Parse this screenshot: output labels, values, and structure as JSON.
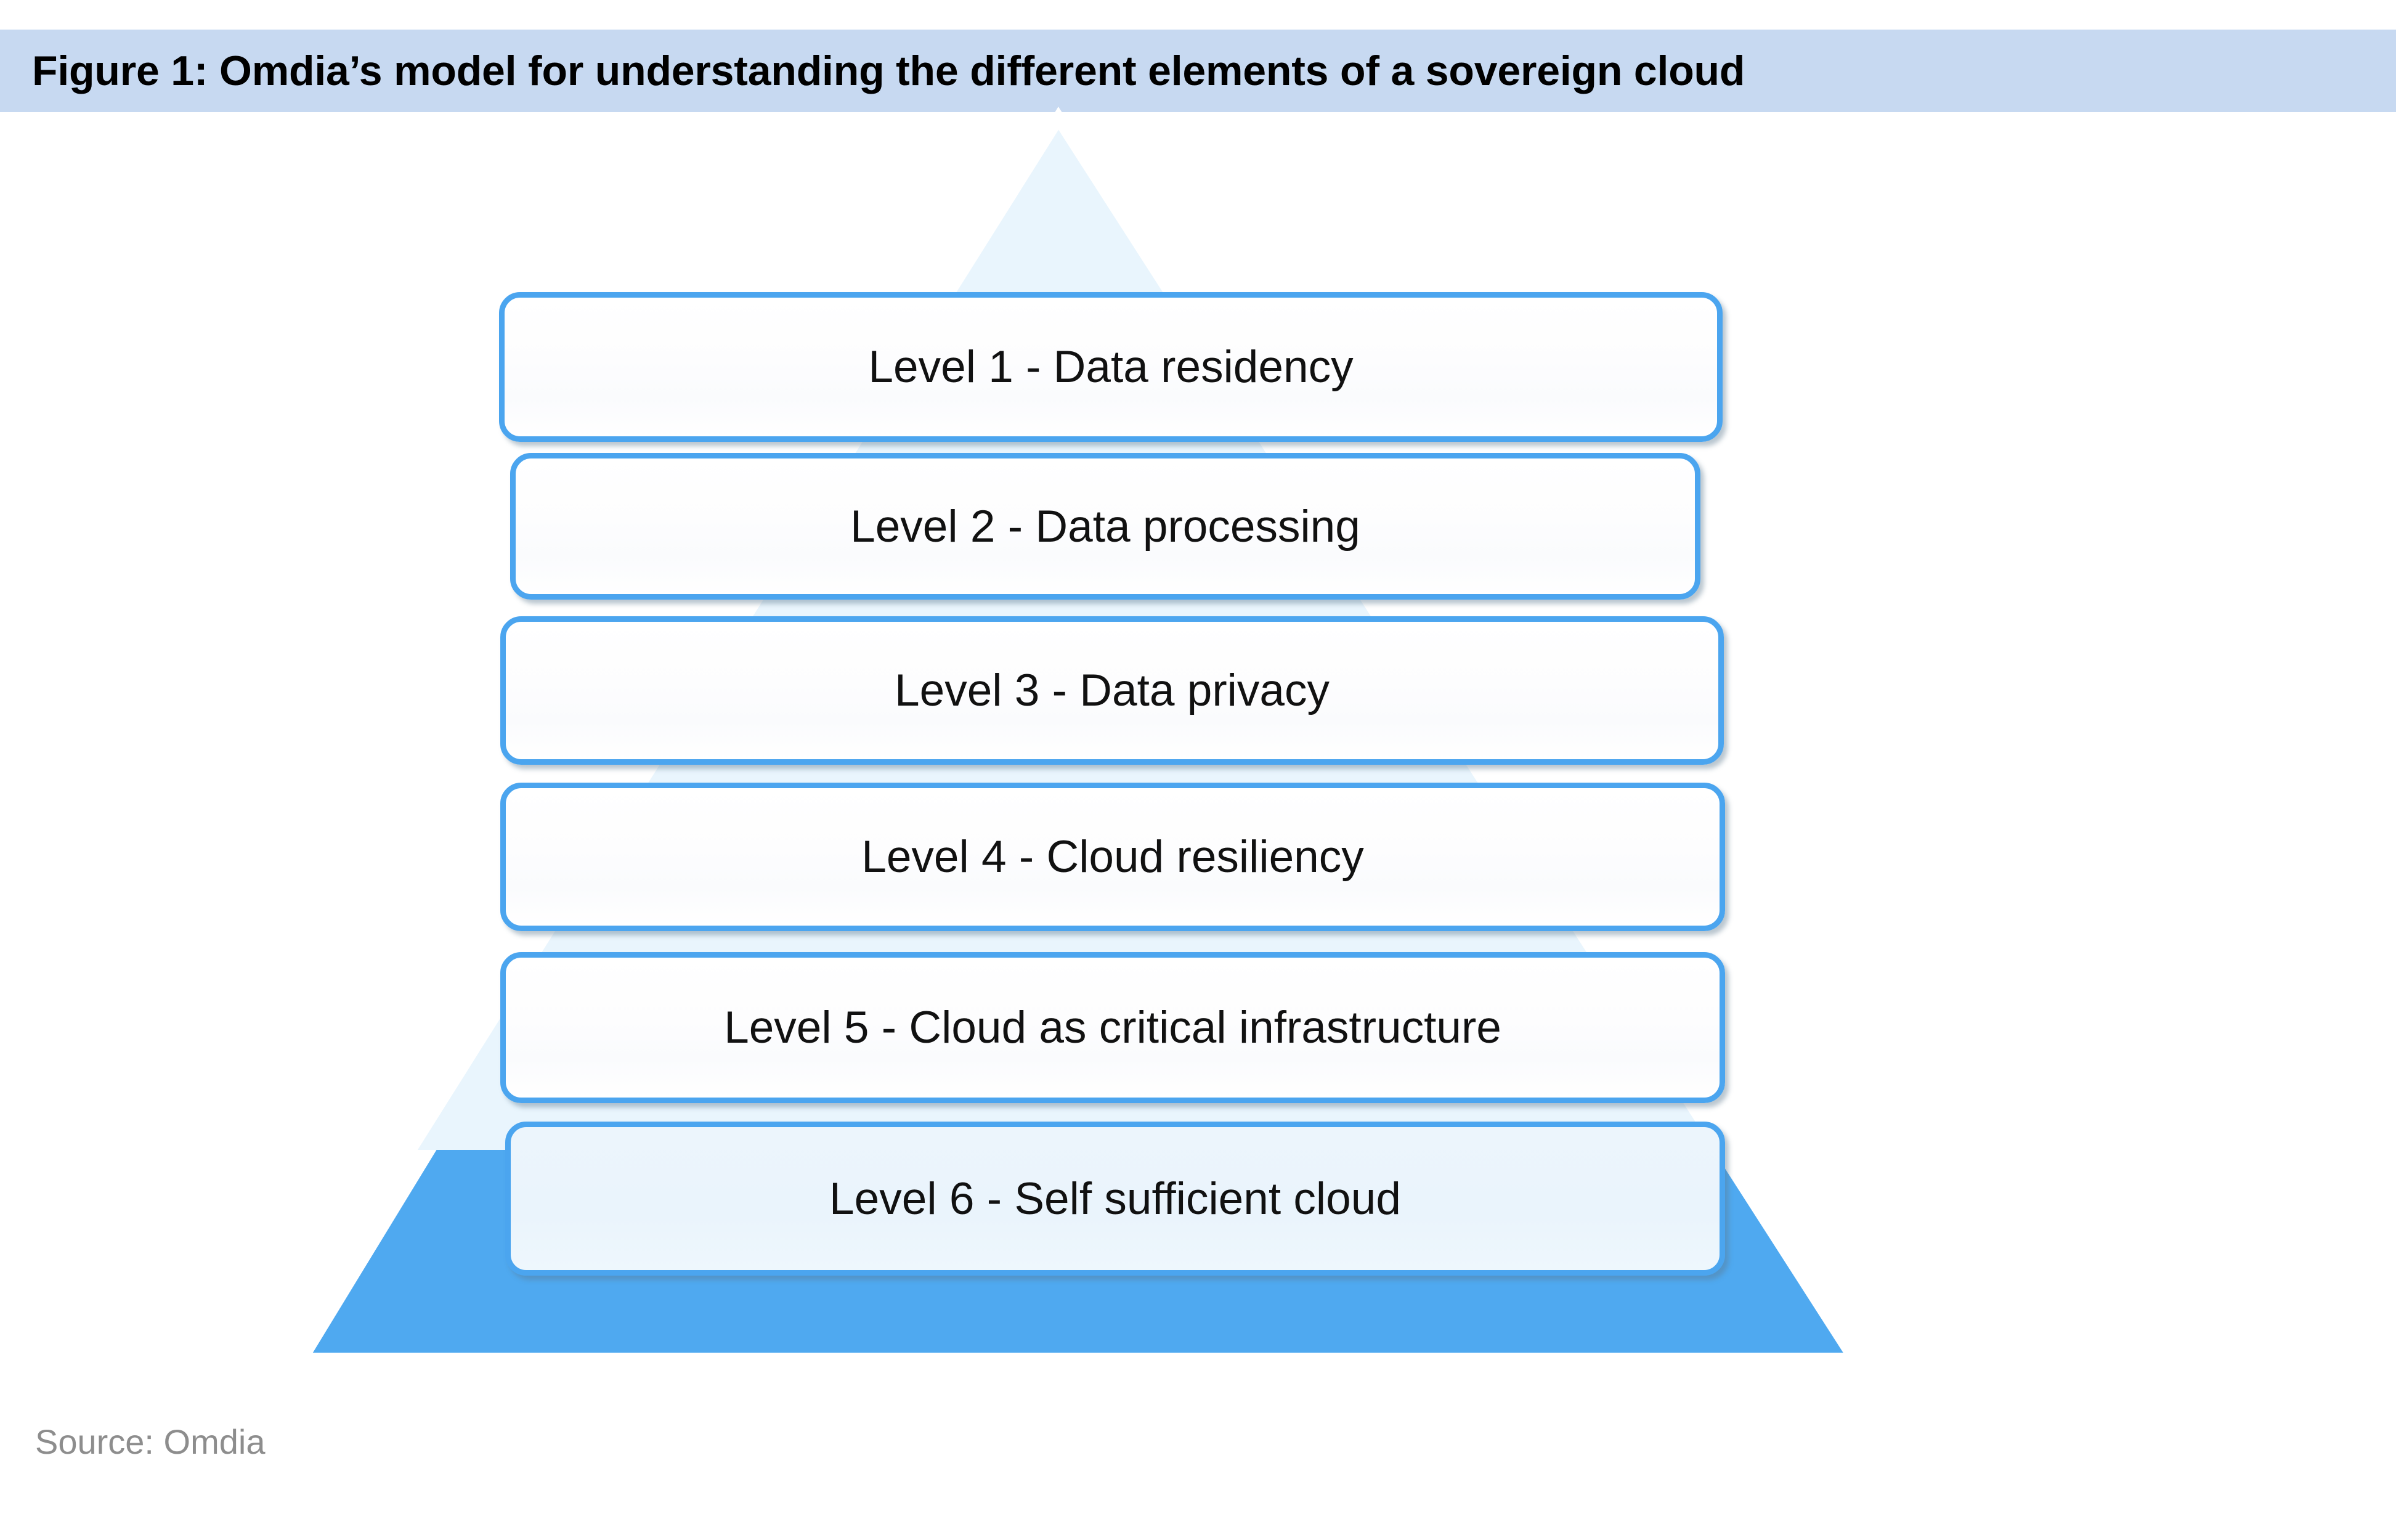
{
  "figure": {
    "title": "Figure 1: Omdia’s model for understanding the different elements of a sovereign cloud",
    "source": "Source: Omdia",
    "title_bar_color": "#C7D9F1",
    "accent_color": "#4BA5EF",
    "pyramid_fill": "#4FA9F0",
    "pyramid_outline": "#FFFFFF",
    "box_tint_color": "#EAF4FC",
    "source_text_color": "#8D8D8D"
  },
  "chart_data": {
    "type": "pyramid",
    "title": "Figure 1: Omdia’s model for understanding the different elements of a sovereign cloud",
    "orientation": "apex-up",
    "level_count": 6,
    "levels": [
      {
        "rank": 1,
        "label": "Level 1 - Data residency",
        "name": "Data residency"
      },
      {
        "rank": 2,
        "label": "Level 2 - Data processing",
        "name": "Data processing"
      },
      {
        "rank": 3,
        "label": "Level 3 - Data privacy",
        "name": "Data privacy"
      },
      {
        "rank": 4,
        "label": "Level 4 - Cloud resiliency",
        "name": "Cloud resiliency"
      },
      {
        "rank": 5,
        "label": "Level 5 - Cloud as critical infrastructure",
        "name": "Cloud as critical infrastructure"
      },
      {
        "rank": 6,
        "label": "Level 6 - Self sufficient cloud",
        "name": "Self sufficient cloud"
      }
    ],
    "legend": [],
    "annotations": [
      "Source: Omdia"
    ]
  }
}
